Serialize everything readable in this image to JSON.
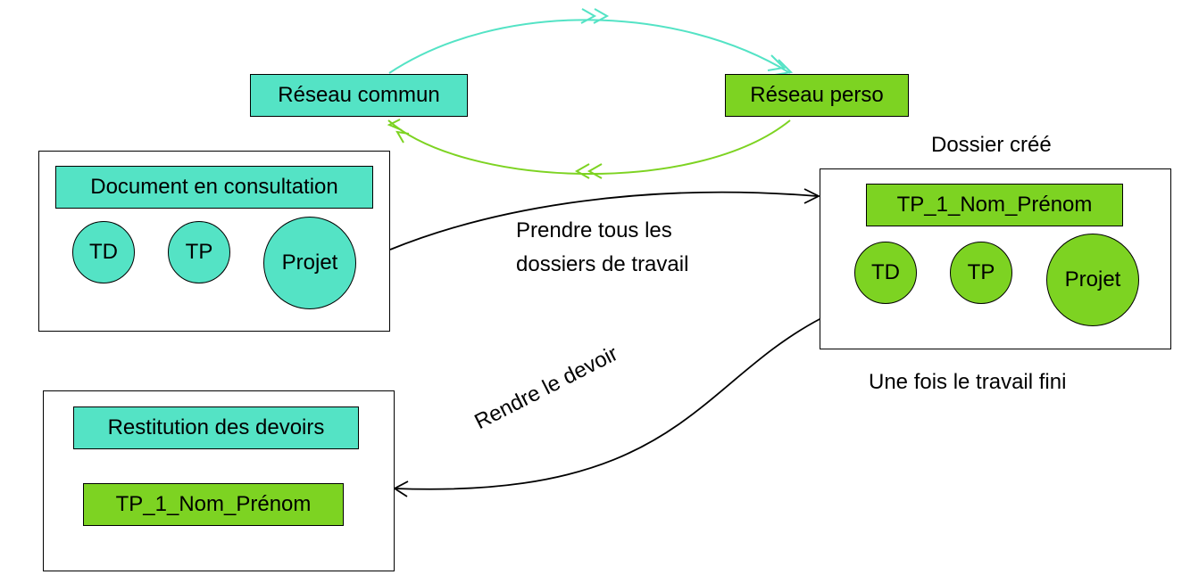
{
  "colors": {
    "shared": "#54e3c5",
    "personal": "#7dd322",
    "stroke": "#000000"
  },
  "networks": {
    "shared": {
      "label": "Réseau commun"
    },
    "personal": {
      "label": "Réseau perso"
    }
  },
  "consultation": {
    "title": "Document en consultation",
    "items": [
      "TD",
      "TP",
      "Projet"
    ]
  },
  "created": {
    "caption": "Dossier créé",
    "folder": "TP_1_Nom_Prénom",
    "items": [
      "TD",
      "TP",
      "Projet"
    ],
    "footer": "Une fois le travail fini"
  },
  "restitution": {
    "title": "Restitution des devoirs",
    "folder": "TP_1_Nom_Prénom"
  },
  "arrows": {
    "take": {
      "line1": "Prendre tous les",
      "line2": "dossiers de travail"
    },
    "return": {
      "label": "Rendre le devoir"
    }
  }
}
